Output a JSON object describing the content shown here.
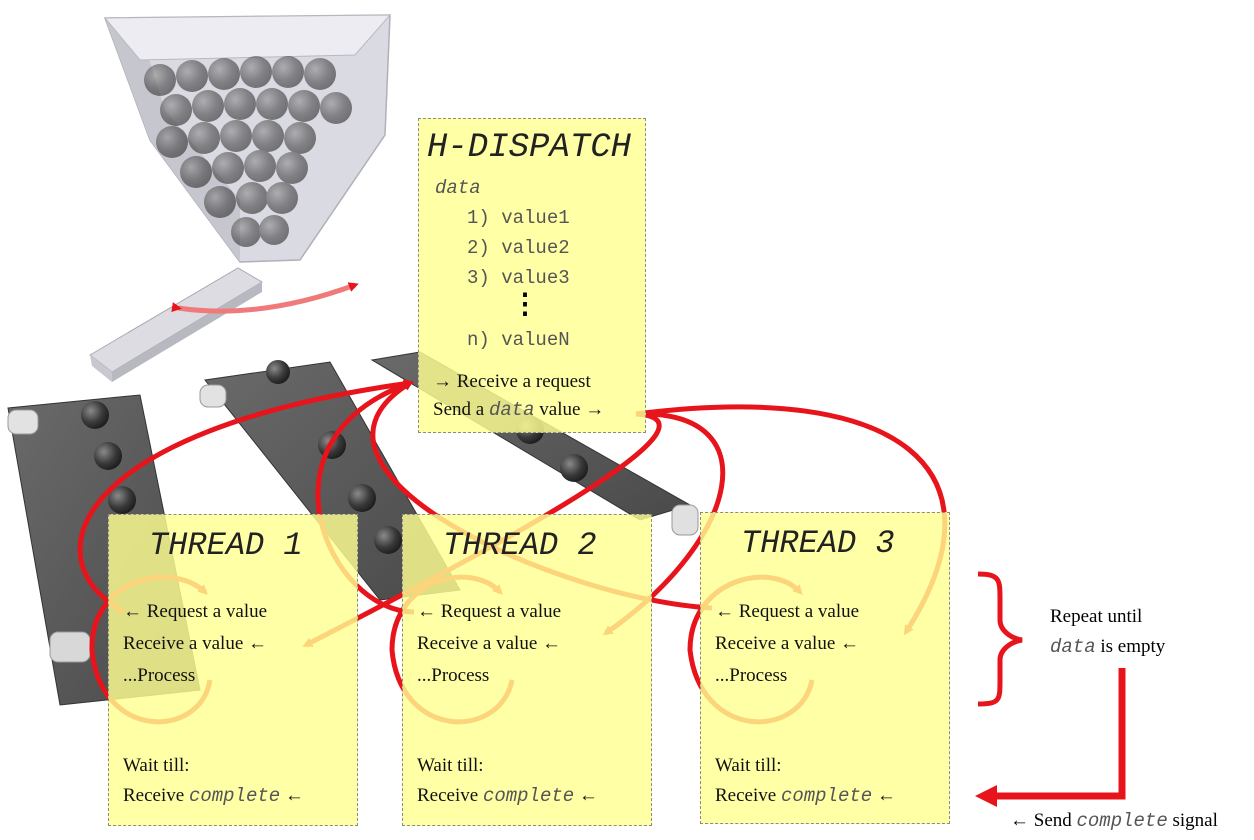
{
  "dispatcher": {
    "title": "H-DISPATCH",
    "data_label": "data",
    "values": [
      "1) value1",
      "2) value2",
      "3) value3",
      "n) valueN"
    ],
    "ellipsis": "⋮",
    "receive_line": "→ Receive a request",
    "send_prefix": "Send a ",
    "send_var": "data",
    "send_suffix": " value →"
  },
  "threads": [
    {
      "title": "THREAD 1",
      "request": "← Request a value",
      "receive": "Receive a value ←",
      "process": "...Process",
      "wait": "Wait till:",
      "receive_prefix": "Receive ",
      "receive_var": "complete",
      "receive_suffix": " ←"
    },
    {
      "title": "THREAD 2",
      "request": "← Request a value",
      "receive": "Receive a value ←",
      "process": "...Process",
      "wait": "Wait till:",
      "receive_prefix": "Receive ",
      "receive_var": "complete",
      "receive_suffix": " ←"
    },
    {
      "title": "THREAD 3",
      "request": "← Request a value",
      "receive": "Receive a value ←",
      "process": "...Process",
      "wait": "Wait till:",
      "receive_prefix": "Receive ",
      "receive_var": "complete",
      "receive_suffix": " ←"
    }
  ],
  "repeat_note": {
    "line1": "Repeat until",
    "var": "data",
    "suffix": " is empty"
  },
  "signal_note": {
    "prefix": "← Send ",
    "var": "complete",
    "suffix": " signal"
  },
  "colors": {
    "arrow": "#e8141c",
    "note_fill": "#ffff91",
    "note_border": "#8a8a8a",
    "belt": "#555555",
    "hopper": "#c8c8d0"
  }
}
